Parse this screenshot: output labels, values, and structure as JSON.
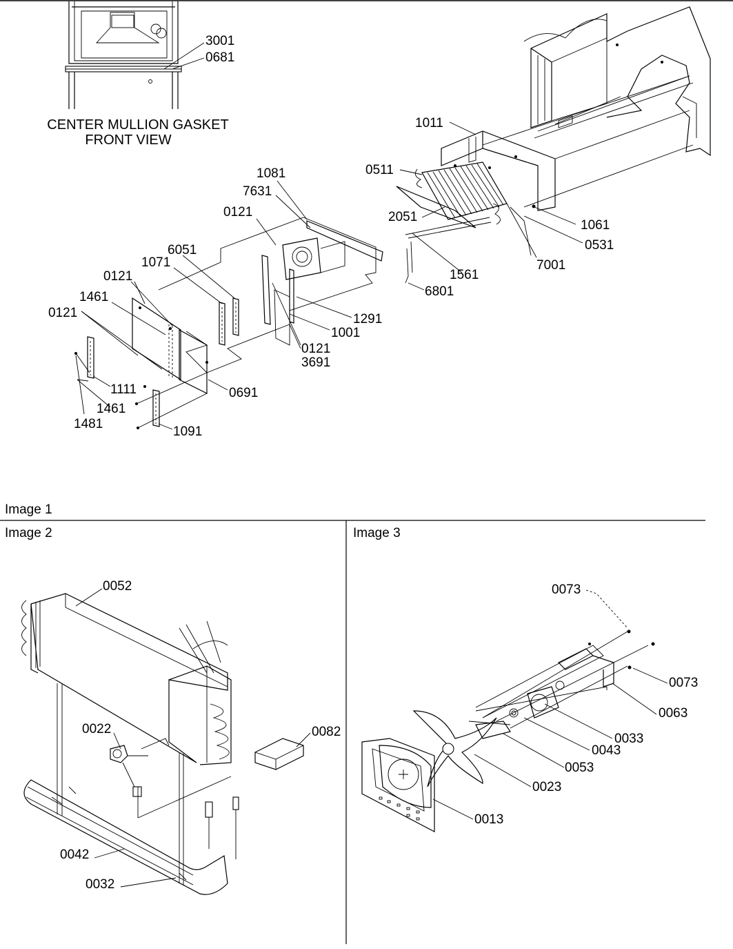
{
  "image1": {
    "caption_line1": "CENTER MULLION GASKET",
    "caption_line2": "FRONT VIEW",
    "callouts": [
      "3001",
      "0681",
      "1011",
      "0511",
      "1081",
      "7631",
      "0121",
      "2051",
      "1061",
      "0531",
      "6051",
      "1071",
      "0121",
      "1461",
      "0121",
      "1561",
      "7001",
      "6801",
      "1291",
      "1001",
      "0121",
      "3691",
      "1111",
      "1461",
      "0691",
      "1481",
      "1091"
    ],
    "section_label": "Image 1"
  },
  "image2": {
    "section_label": "Image 2",
    "callouts": [
      "0052",
      "0022",
      "0082",
      "0042",
      "0032"
    ]
  },
  "image3": {
    "section_label": "Image 3",
    "callouts": [
      "0073",
      "0073",
      "0063",
      "0033",
      "0043",
      "0053",
      "0023",
      "0013"
    ]
  }
}
